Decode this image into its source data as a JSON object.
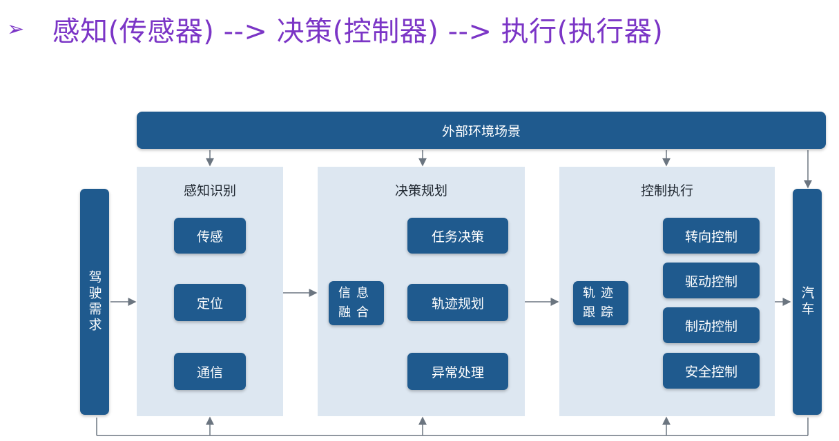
{
  "title": {
    "bullet": "➢",
    "text": "感知(传感器) --> 决策(控制器) --> 执行(执行器)"
  },
  "diagram": {
    "environment": "外部环境场景",
    "driving_demand": "驾驶需求",
    "car": "汽车",
    "perception": {
      "title": "感知识别",
      "items": [
        "传感",
        "定位",
        "通信"
      ]
    },
    "decision": {
      "title": "决策规划",
      "fusion_line1": "信息",
      "fusion_line2": "融合",
      "items": [
        "任务决策",
        "轨迹规划",
        "异常处理"
      ]
    },
    "control": {
      "title": "控制执行",
      "tracking_line1": "轨迹",
      "tracking_line2": "跟踪",
      "items": [
        "转向控制",
        "驱动控制",
        "制动控制",
        "安全控制"
      ]
    }
  },
  "colors": {
    "title": "#7b35c6",
    "box": "#1f5a8e",
    "panel": "#dde7f1",
    "arrow": "#6b7580"
  }
}
